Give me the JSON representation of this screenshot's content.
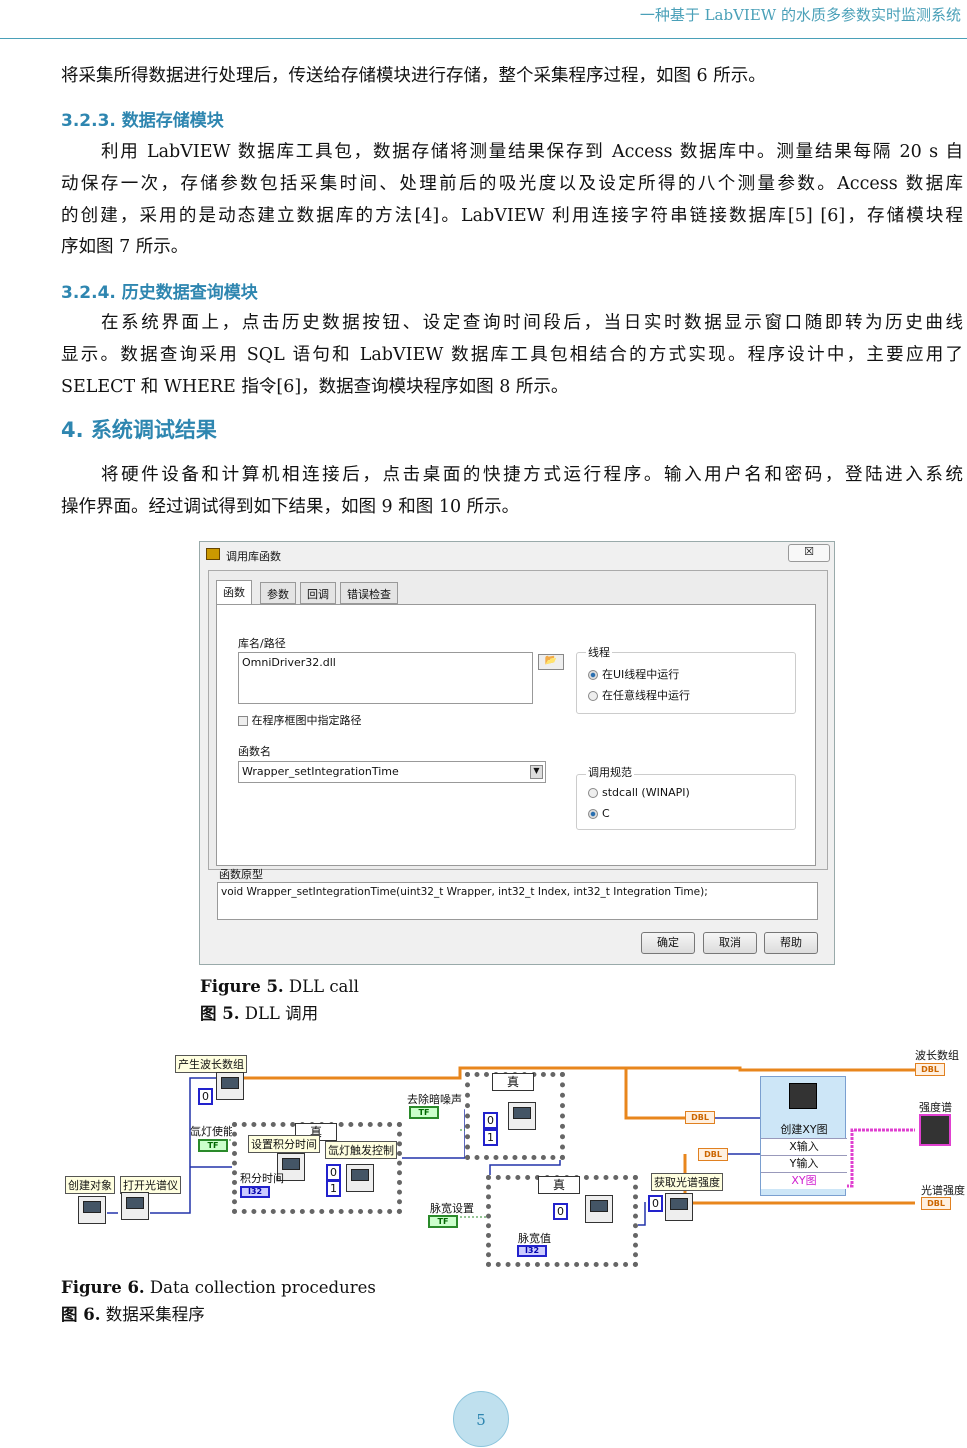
{
  "header": {
    "title": "一种基于 LabVIEW 的水质多参数实时监测系统"
  },
  "body": {
    "p1": "将采集所得数据进行处理后，传送给存储模块进行存储，整个采集程序过程，如图 6 所示。",
    "h323": "3.2.3.  数据存储模块",
    "p2": [
      "利用 LabVIEW 数据库工具包，数据存储将测量结果保存到 Access 数据库中。测量结果每隔 20 s 自",
      "动保存一次，存储参数包括采集时间、处理前后的吸光度以及设定所得的八个测量参数。Access 数据库",
      "的创建，采用的是动态建立数据库的方法[4]。LabVIEW 利用连接字符串链接数据库[5] [6]，存储模块程",
      "序如图 7 所示。"
    ],
    "h324": "3.2.4.  历史数据查询模块",
    "p3": [
      "在系统界面上，点击历史数据按钮、设定查询时间段后，当日实时数据显示窗口随即转为历史曲线",
      "显示。数据查询采用 SQL 语句和 LabVIEW 数据库工具包相结合的方式实现。程序设计中，主要应用了",
      "SELECT 和 WHERE 指令[6]，数据查询模块程序如图 8 所示。"
    ],
    "h4": "4.  系统调试结果",
    "p4": [
      "将硬件设备和计算机相连接后，点击桌面的快捷方式运行程序。输入用户名和密码，登陆进入系统",
      "操作界面。经过调试得到如下结果，如图 9 和图 10 所示。"
    ]
  },
  "dialog": {
    "title": "调用库函数",
    "close": "☒",
    "tabs": [
      "函数",
      "参数",
      "回调",
      "错误检查"
    ],
    "lib_label": "库名/路径",
    "lib_value": "OmniDriver32.dll",
    "checkbox_label": "在程序框图中指定路径",
    "thread_label": "线程",
    "thread_opts": [
      "在UI线程中运行",
      "在任意线程中运行"
    ],
    "func_label": "函数名",
    "func_value": "Wrapper_setIntegrationTime",
    "conv_label": "调用规范",
    "conv_opts": [
      "stdcall (WINAPI)",
      "C"
    ],
    "proto_label": "函数原型",
    "proto_value": "void  Wrapper_setIntegrationTime(uint32_t Wrapper, int32_t Index, int32_t Integration Time);",
    "buttons": [
      "确定",
      "取消",
      "帮助"
    ]
  },
  "fig5": {
    "en_bold": "Figure 5.",
    "en": " DLL call",
    "cn_bold": "图 5.",
    "cn": " DLL 调用"
  },
  "diagram": {
    "labels": {
      "create": "创建对象",
      "open": "打开光谱仪",
      "wave": "产生波长数组",
      "lamp_en": "氙灯使能",
      "set_int": "设置积分时间",
      "int_time": "积分时间",
      "lamp_trig": "氙灯触发控制",
      "dark": "去除暗噪声",
      "pulse_set": "脉宽设置",
      "pulse_val": "脉宽值",
      "get_int": "获取光谱强度",
      "xy": "创建XY图",
      "x_in": "X输入",
      "y_in": "Y输入",
      "xy_out": "XY图",
      "out_wave": "波长数组",
      "out_spec": "强度谱",
      "out_int": "光谱强度"
    },
    "case_true": "真",
    "tf": "TF",
    "i32": "I32",
    "dbl": "DBL",
    "zero": "0",
    "one": "1"
  },
  "fig6": {
    "en_bold": "Figure 6.",
    "en": " Data collection procedures",
    "cn_bold": "图 6.",
    "cn": "  数据采集程序"
  },
  "page_number": "5"
}
